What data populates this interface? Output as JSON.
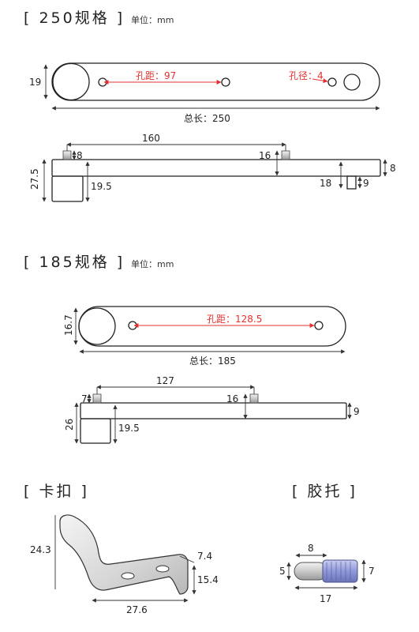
{
  "spec250": {
    "title": "[ 250规格 ]",
    "unit": "单位：mm",
    "height_label": "19",
    "hole_pitch_label": "孔距：97",
    "hole_diameter_label": "孔径：4",
    "total_length_label": "总长：250",
    "side": {
      "span_label": "160",
      "left_pin_label": "8",
      "right_pin_label": "16",
      "thickness_label": "8",
      "hook_height_label": "27.5",
      "hook_drop_label": "19.5",
      "end_offset_label": "18",
      "end_tab_label": "9"
    }
  },
  "spec185": {
    "title": "[ 185规格 ]",
    "unit": "单位：mm",
    "height_label": "16.7",
    "hole_pitch_label": "孔距：128.5",
    "total_length_label": "总长：185",
    "side": {
      "span_label": "127",
      "left_pin_label": "7",
      "right_pin_label": "16",
      "thickness_label": "9",
      "hook_height_label": "26",
      "hook_drop_label": "19.5"
    }
  },
  "clip": {
    "title": "[ 卡扣 ]",
    "height_label": "24.3",
    "width_label": "27.6",
    "tab_label": "7.4",
    "drop_label": "15.4"
  },
  "rubber": {
    "title": "[ 胶托 ]",
    "length_label": "17",
    "cap_label": "8",
    "left_dia_label": "5",
    "right_dia_label": "7"
  }
}
